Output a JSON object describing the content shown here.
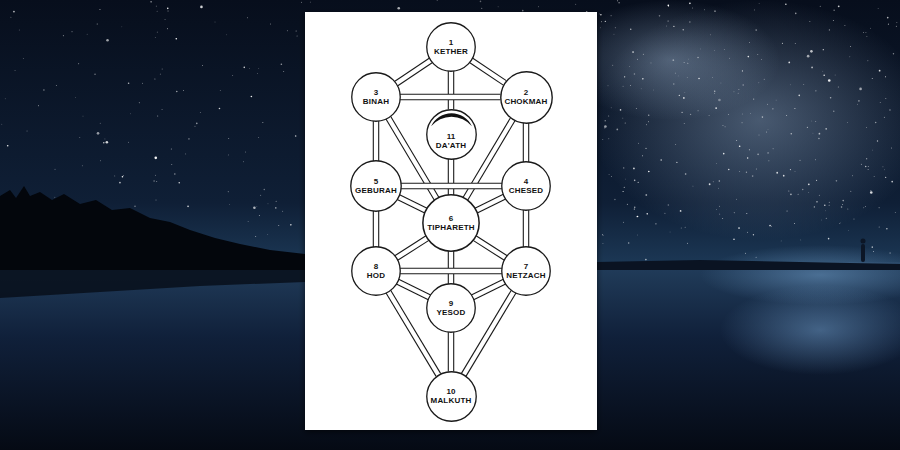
{
  "diagram": {
    "nodes": [
      {
        "text": [
          "1",
          "KETHER"
        ]
      },
      {
        "text": [
          "3",
          "BINAH"
        ]
      },
      {
        "text": [
          "2",
          "CHOKMAH"
        ]
      },
      {
        "text": [
          "11",
          "DA'ATH"
        ]
      },
      {
        "text": [
          "5",
          "GEBURAH"
        ]
      },
      {
        "text": [
          "4",
          "CHESED"
        ]
      },
      {
        "text": [
          "6",
          "TIPHARETH"
        ]
      },
      {
        "text": [
          "8",
          "HOD"
        ]
      },
      {
        "text": [
          "7",
          "NETZACH"
        ]
      },
      {
        "text": [
          "9",
          "YESOD"
        ]
      },
      {
        "text": [
          "10",
          "MALKUTH"
        ]
      }
    ],
    "edges": [
      {
        "from": 0,
        "to": 1,
        "arrow": "none"
      },
      {
        "from": 0,
        "to": 2,
        "arrow": "none"
      },
      {
        "from": 0,
        "to": 3,
        "arrow": "none"
      },
      {
        "from": 1,
        "to": 2,
        "arrow": "none"
      },
      {
        "from": 1,
        "to": 4,
        "arrow": "none"
      },
      {
        "from": 2,
        "to": 5,
        "arrow": "none"
      },
      {
        "from": 1,
        "to": 6,
        "arrow": "none"
      },
      {
        "from": 2,
        "to": 6,
        "arrow": "none"
      },
      {
        "from": 3,
        "to": 6,
        "arrow": "none"
      },
      {
        "from": 4,
        "to": 5,
        "arrow": "none"
      },
      {
        "from": 4,
        "to": 6,
        "arrow": "none"
      },
      {
        "from": 5,
        "to": 6,
        "arrow": "none"
      },
      {
        "from": 4,
        "to": 7,
        "arrow": "none"
      },
      {
        "from": 5,
        "to": 8,
        "arrow": "none"
      },
      {
        "from": 6,
        "to": 7,
        "arrow": "none"
      },
      {
        "from": 6,
        "to": 8,
        "arrow": "none"
      },
      {
        "from": 6,
        "to": 9,
        "arrow": "none"
      },
      {
        "from": 7,
        "to": 8,
        "arrow": "none"
      },
      {
        "from": 7,
        "to": 9,
        "arrow": "none"
      },
      {
        "from": 8,
        "to": 9,
        "arrow": "none"
      },
      {
        "from": 7,
        "to": 10,
        "arrow": "none"
      },
      {
        "from": 8,
        "to": 10,
        "arrow": "none"
      },
      {
        "from": 9,
        "to": 10,
        "arrow": "none"
      }
    ]
  }
}
